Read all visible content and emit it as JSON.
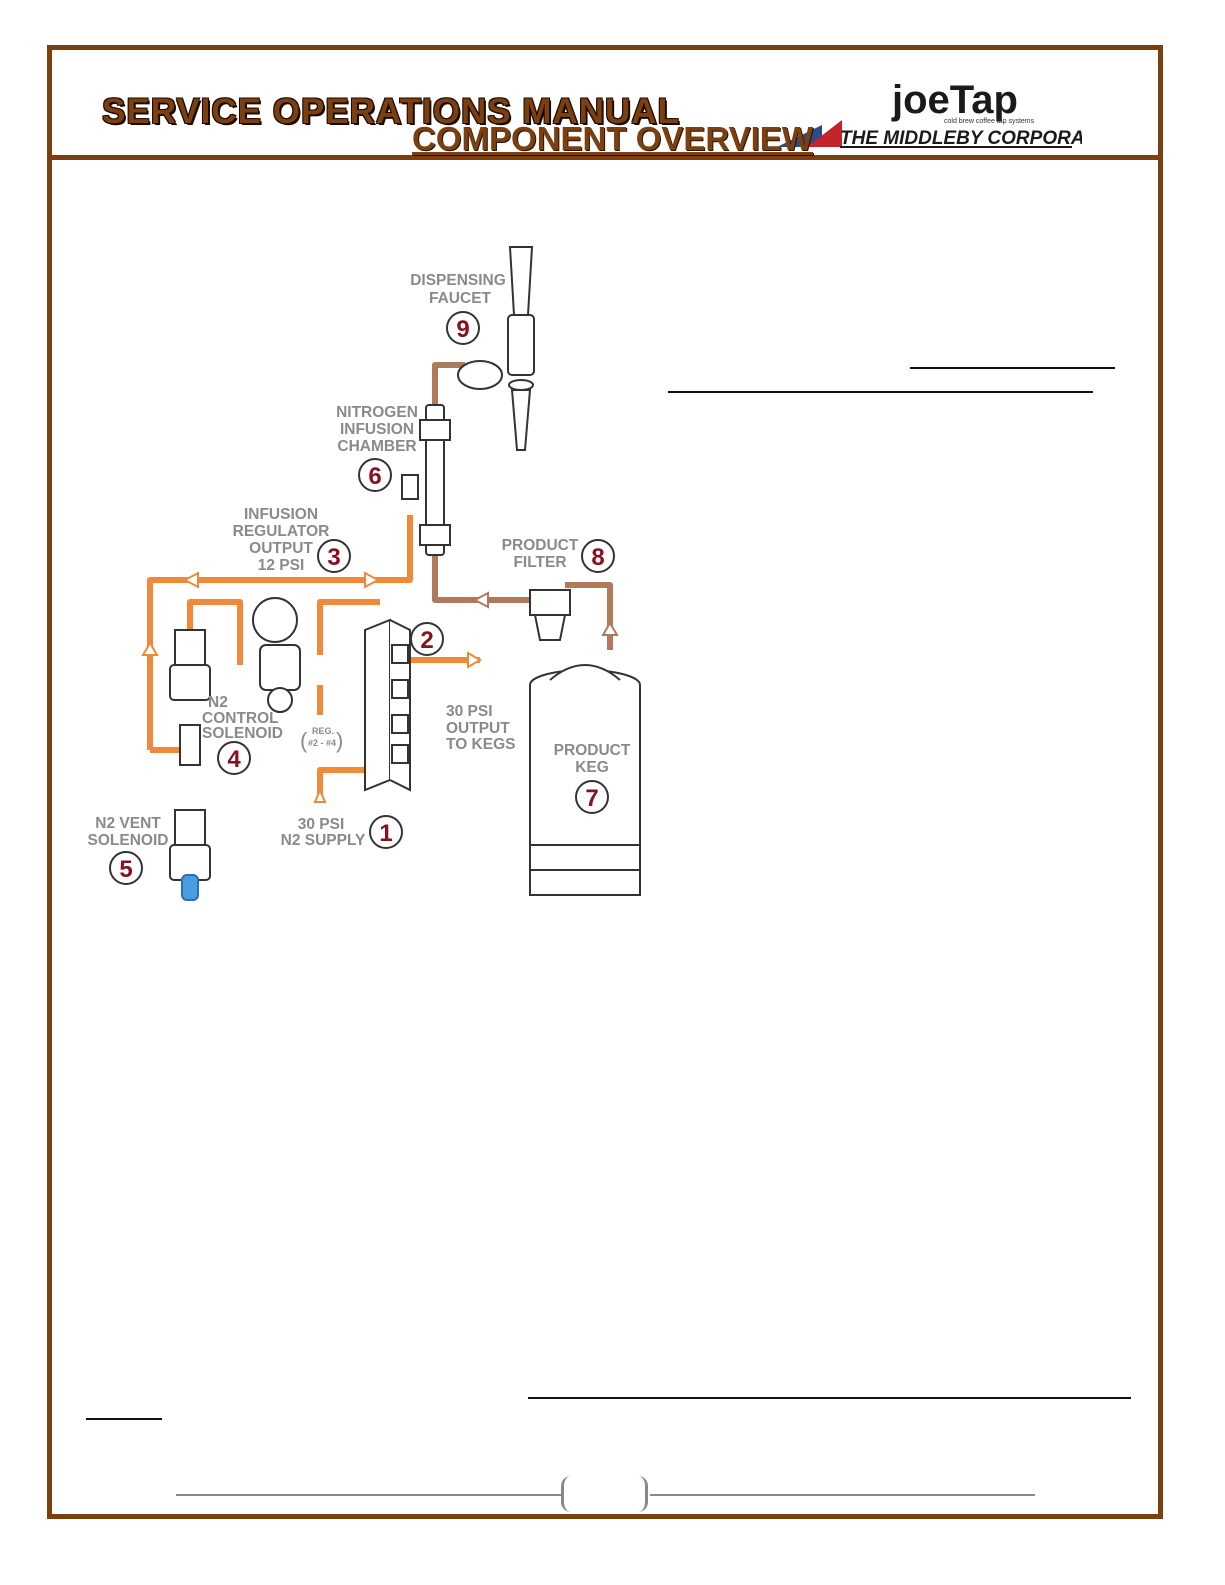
{
  "header": {
    "manual_title": "SERVICE OPERATIONS MANUAL",
    "logo_brand": "joeTap",
    "logo_tagline": "cold brew coffee tap systems",
    "logo_company": "THE MIDDLEBY CORPORATION"
  },
  "page_heading": "COMPONENT OVERVIEW",
  "diagram": {
    "labels": {
      "faucet": [
        "DISPENSING",
        "FAUCET"
      ],
      "chamber": [
        "NITROGEN",
        "INFUSION",
        "CHAMBER"
      ],
      "regulator": [
        "INFUSION",
        "REGULATOR",
        "OUTPUT",
        "12 PSI"
      ],
      "filter": [
        "PRODUCT",
        "FILTER"
      ],
      "control_solenoid": [
        "N2",
        "CONTROL",
        "SOLENOID"
      ],
      "output": [
        "30 PSI",
        "OUTPUT",
        "TO KEGS"
      ],
      "reg": [
        "REG.",
        "#2 - #4"
      ],
      "keg": [
        "PRODUCT",
        "KEG"
      ],
      "vent_solenoid": [
        "N2 VENT",
        "SOLENOID"
      ],
      "supply": [
        "30 PSI",
        "N2 SUPPLY"
      ]
    },
    "numbers": {
      "supply": "1",
      "manifold": "2",
      "regulator": "3",
      "control_solenoid": "4",
      "vent_solenoid": "5",
      "chamber": "6",
      "keg": "7",
      "filter": "8",
      "faucet": "9"
    },
    "colors": {
      "n2_line": "#f08a3a",
      "product_line": "#b07a5a",
      "number_ring": "#8a1020",
      "label": "#8a8a8a"
    }
  },
  "colors": {
    "frame": "#7b3f10"
  }
}
